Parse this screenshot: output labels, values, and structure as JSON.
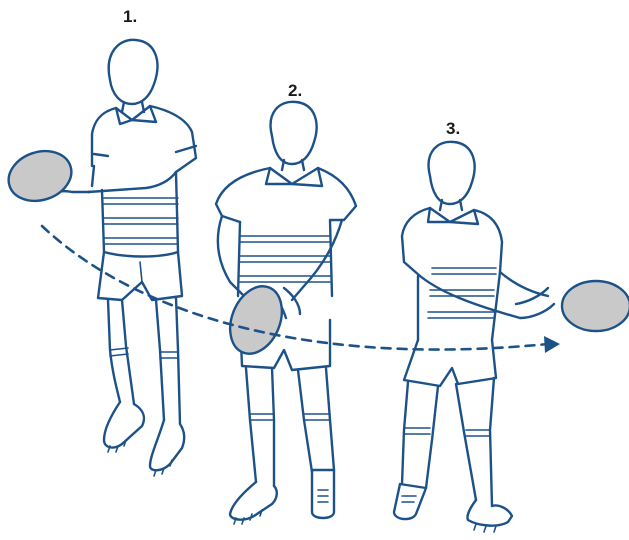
{
  "steps": [
    {
      "label": "1."
    },
    {
      "label": "2."
    },
    {
      "label": "3."
    }
  ],
  "icons": [
    "rugby-player-icon",
    "rugby-ball-icon",
    "dashed-arrow-icon"
  ],
  "colors": {
    "line": "#1d5289",
    "ball_fill": "#c9c9c9",
    "background": "#ffffff"
  }
}
